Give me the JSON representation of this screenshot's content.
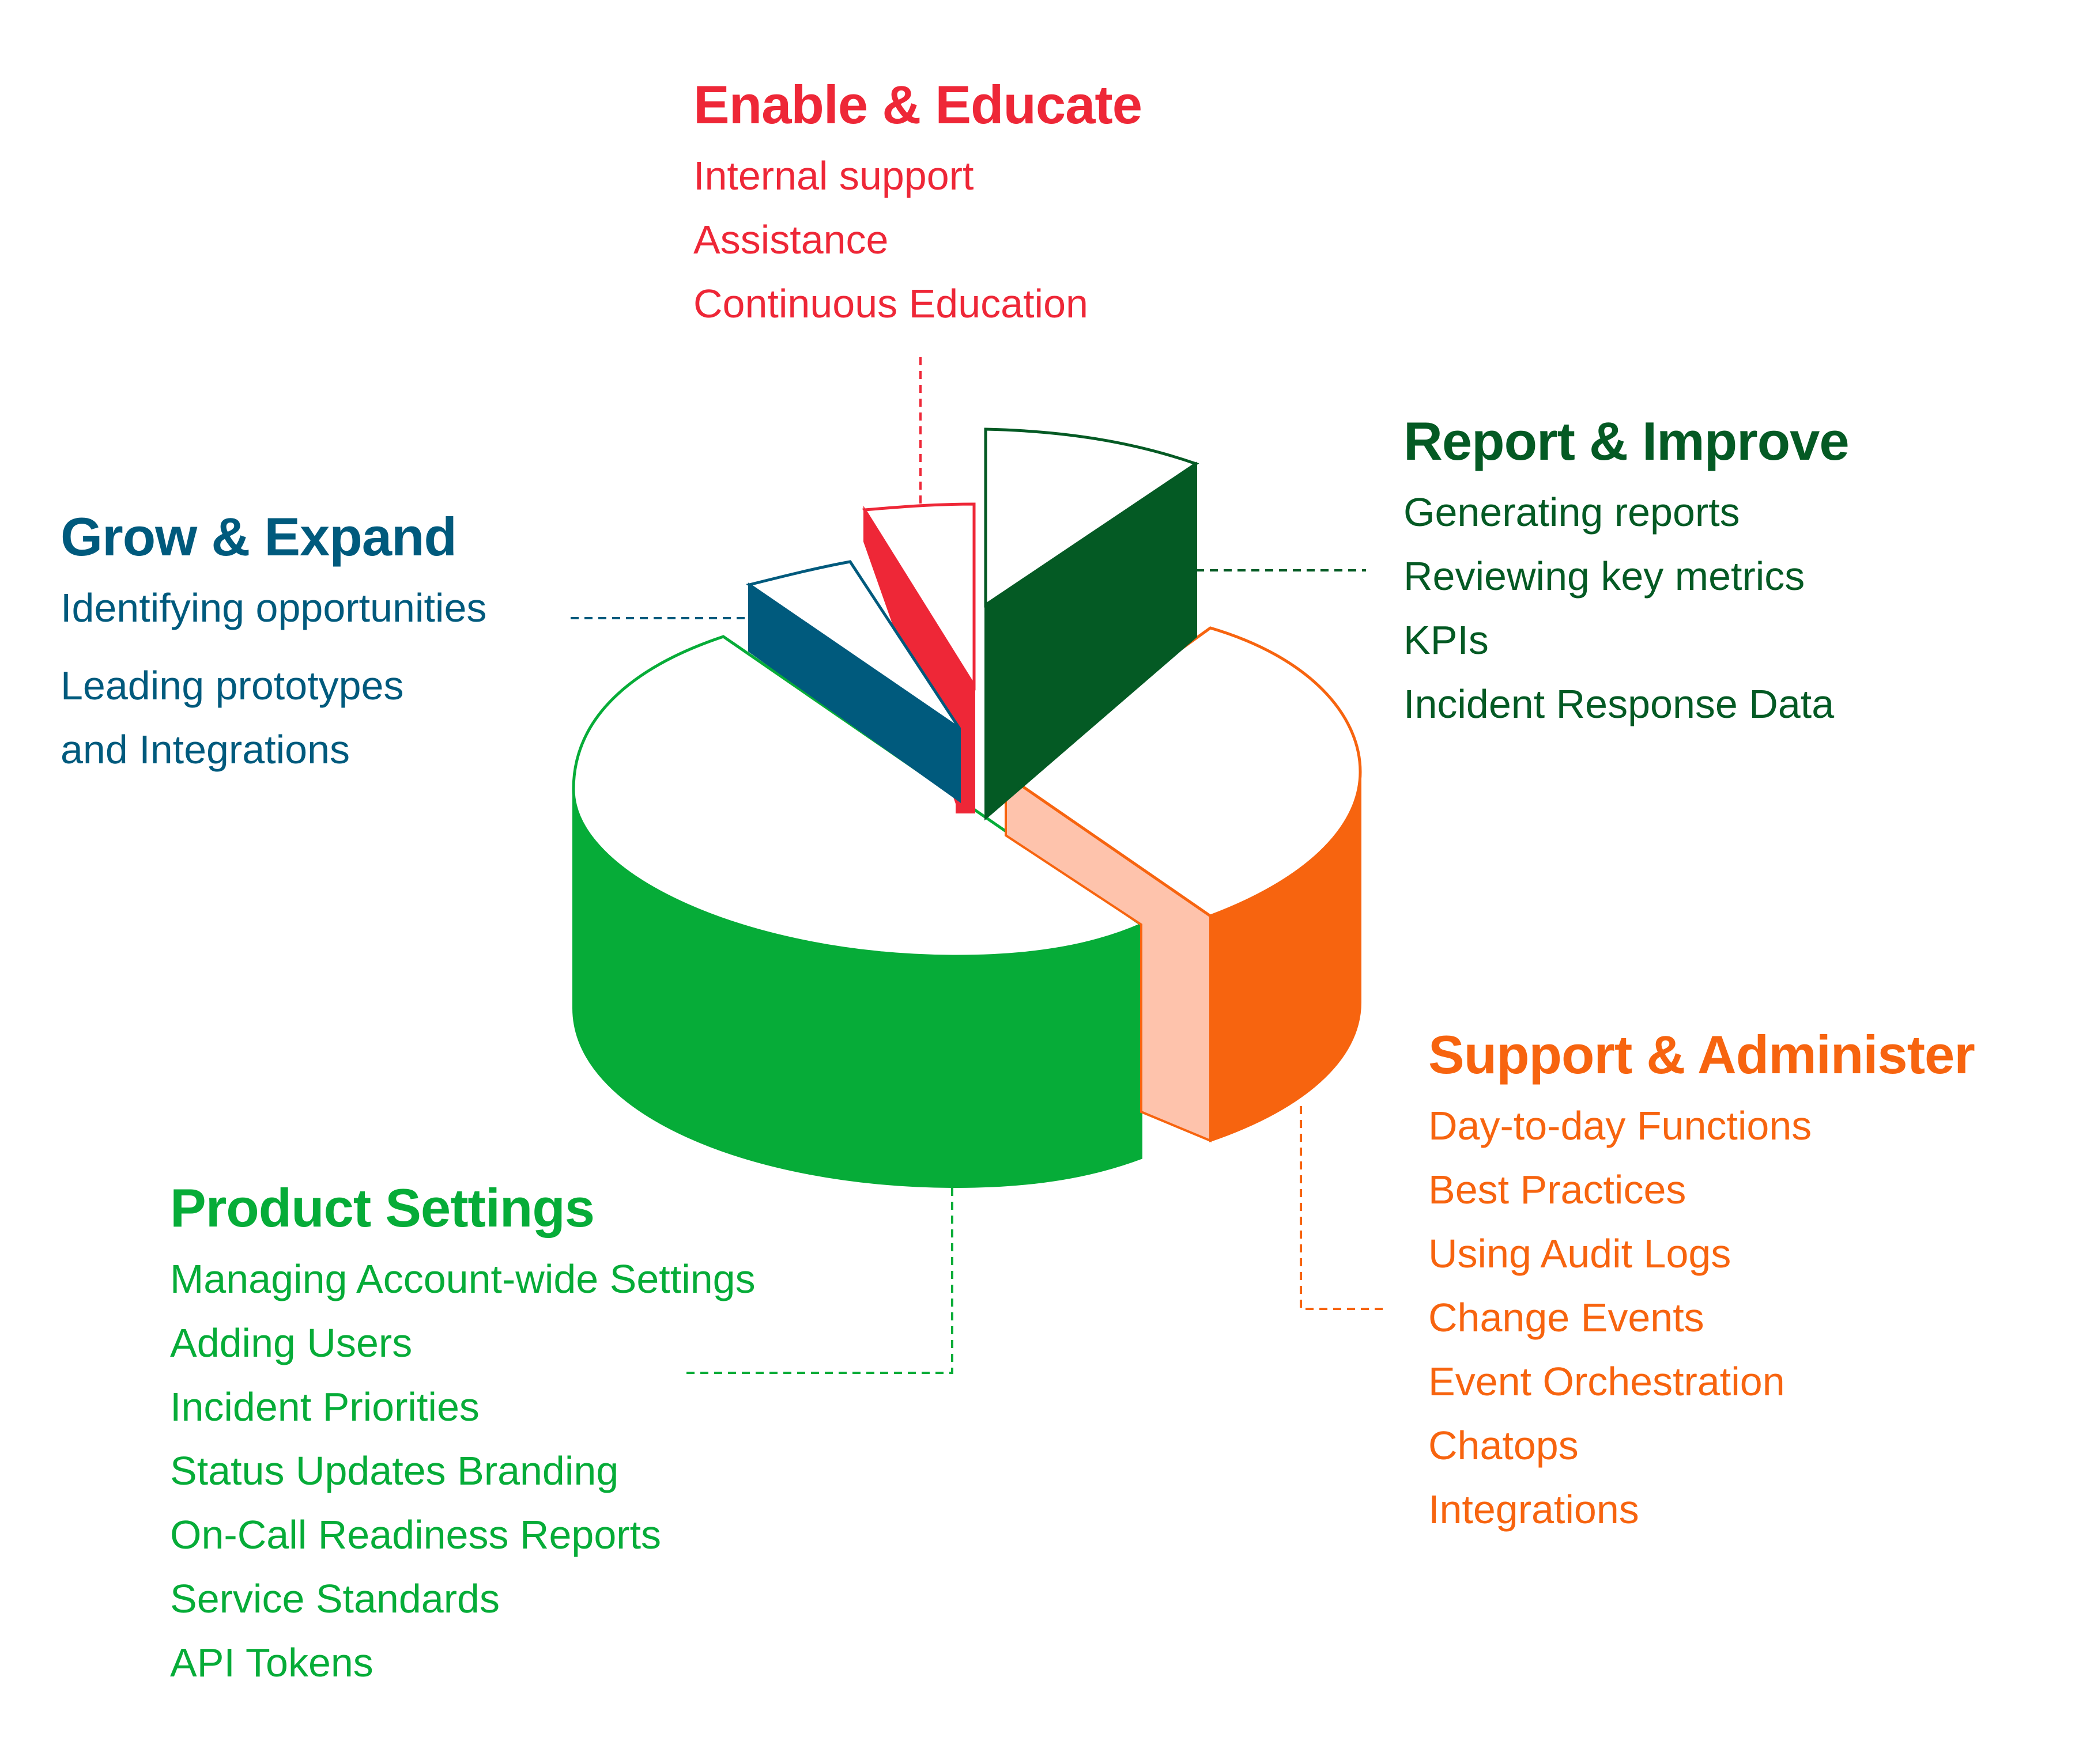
{
  "colors": {
    "enable": "#ee2737",
    "report": "#045a24",
    "grow": "#005a7d",
    "support": "#f7640f",
    "support_light": "#fec3ac",
    "product": "#06ac38"
  },
  "groups": {
    "enable": {
      "title": "Enable & Educate",
      "items": [
        "Internal support",
        "Assistance",
        "Continuous Education"
      ]
    },
    "report": {
      "title": "Report & Improve",
      "items": [
        "Generating reports",
        "Reviewing key metrics",
        "KPIs",
        "Incident Response Data"
      ]
    },
    "grow": {
      "title": "Grow & Expand",
      "items": [
        "Identifying opportunities",
        "Leading prototypes",
        "and Integrations"
      ]
    },
    "support": {
      "title": "Support & Administer",
      "items": [
        "Day-to-day Functions",
        "Best Practices",
        "Using Audit Logs",
        "Change Events",
        "Event Orchestration",
        "Chatops",
        "Integrations"
      ]
    },
    "product": {
      "title": "Product Settings",
      "items": [
        "Managing Account-wide Settings",
        "Adding Users",
        "Incident Priorities",
        "Status Updates Branding",
        "On-Call Readiness Reports",
        "Service Standards",
        "API Tokens"
      ]
    }
  }
}
